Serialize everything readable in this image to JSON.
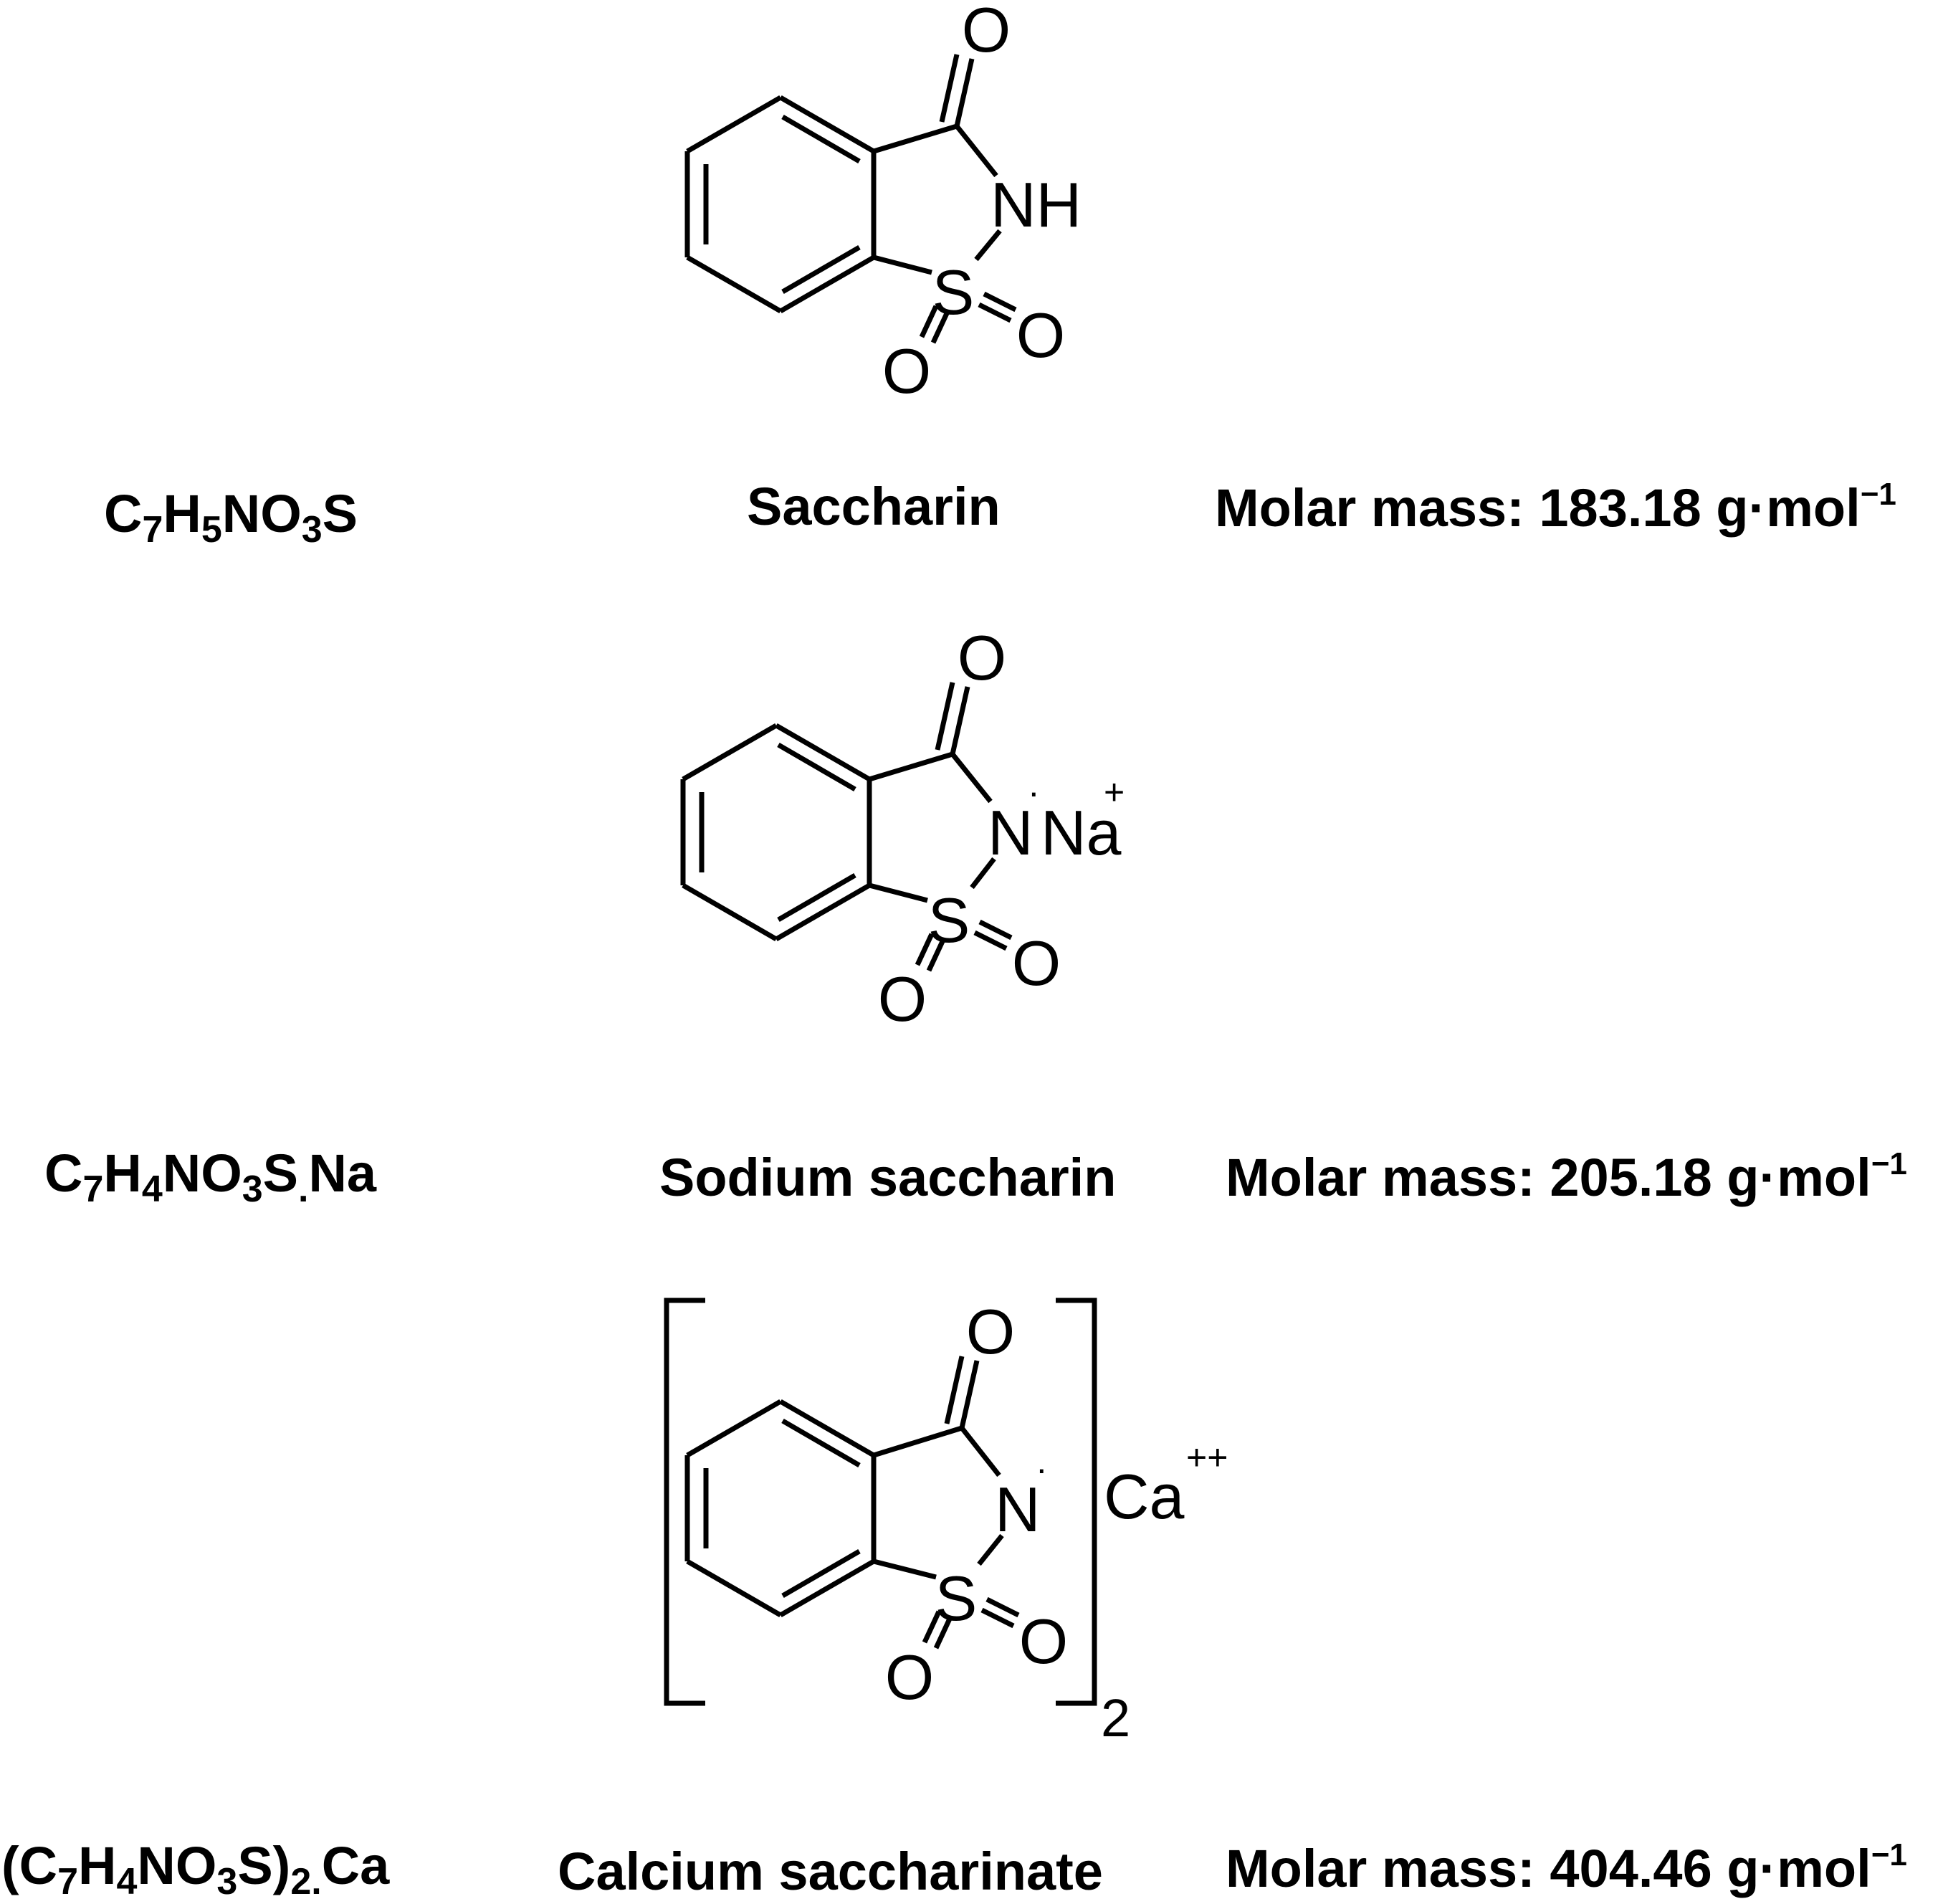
{
  "compounds": [
    {
      "formula": "C7H5NO3S",
      "formula_parts": [
        "C",
        "7",
        "H",
        "5",
        "NO",
        "3",
        "S",
        "",
        ""
      ],
      "name": "Saccharin",
      "mass_prefix": "Molar mass: 183.18 g·mol",
      "mass_exp": "−1",
      "structure": {
        "carbonyl_O": "O",
        "nitrogen": "NH",
        "sulfur": "S",
        "sulfonyl_O1": "O",
        "sulfonyl_O2": "O"
      }
    },
    {
      "formula": "C7H4NO3S.Na",
      "formula_parts": [
        "C",
        "7",
        "H",
        "4",
        "NO",
        "3",
        "S",
        ".",
        "Na"
      ],
      "name": "Sodium saccharin",
      "mass_prefix": "Molar mass: 205.18 g·mol",
      "mass_exp": "−1",
      "structure": {
        "carbonyl_O": "O",
        "nitrogen": "N",
        "radical_dot": "·",
        "counter_ion": "Na",
        "ion_charge": "+",
        "sulfur": "S",
        "sulfonyl_O1": "O",
        "sulfonyl_O2": "O"
      }
    },
    {
      "formula": "(C7H4NO3S)2.Ca",
      "formula_parts": [
        "(C",
        "7",
        "H",
        "4",
        "NO",
        "3",
        "S)",
        "2",
        ".",
        "Ca"
      ],
      "name": "Calcium saccharinate",
      "mass_prefix": "Molar mass: 404.46 g·mol",
      "mass_exp": "−1",
      "structure": {
        "carbonyl_O": "O",
        "nitrogen": "N",
        "radical_dot": "·",
        "counter_ion": "Ca",
        "ion_charge": "++",
        "bracket_subscript": "2",
        "sulfur": "S",
        "sulfonyl_O1": "O",
        "sulfonyl_O2": "O"
      }
    }
  ]
}
